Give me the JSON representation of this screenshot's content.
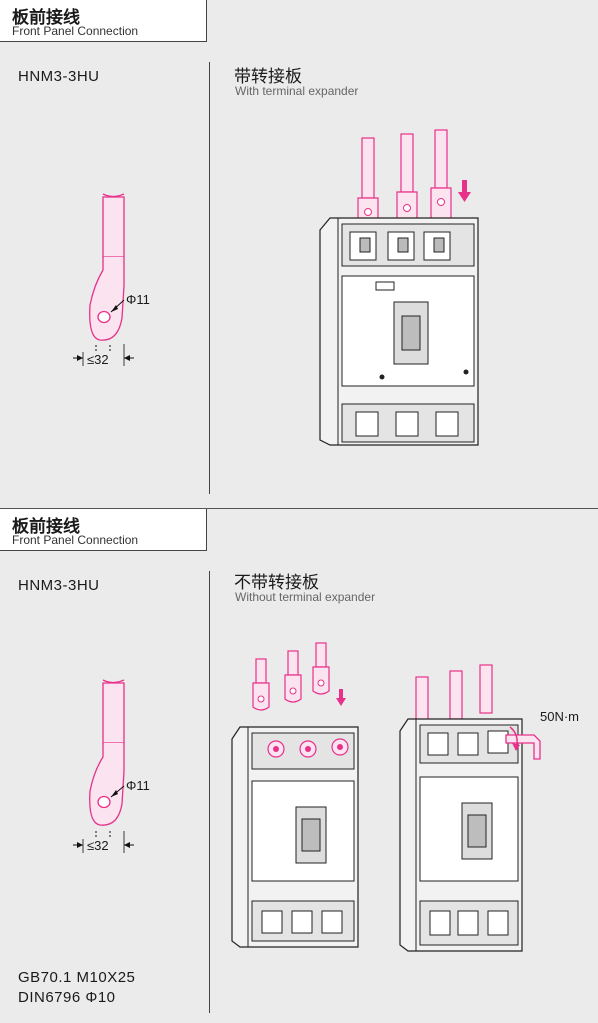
{
  "top": {
    "header_zh": "板前接线",
    "header_en": "Front Panel Connection",
    "model": "HNM3-3HU",
    "title_zh": "带转接板",
    "subtitle_en": "With terminal expander",
    "hole_label": "Φ11",
    "width_label": "≤32"
  },
  "bottom": {
    "header_zh": "板前接线",
    "header_en": "Front Panel Connection",
    "model": "HNM3-3HU",
    "title_zh": "不带转接板",
    "subtitle_en": "Without terminal expander",
    "hole_label": "Φ11",
    "width_label": "≤32",
    "torque_label": "50N·m",
    "spec_line1": "GB70.1  M10X25",
    "spec_line2": "DIN6796  Φ10"
  },
  "colors": {
    "accent": "#e8318a",
    "lug_fill": "#fbe3ef",
    "background": "#ebebeb"
  }
}
